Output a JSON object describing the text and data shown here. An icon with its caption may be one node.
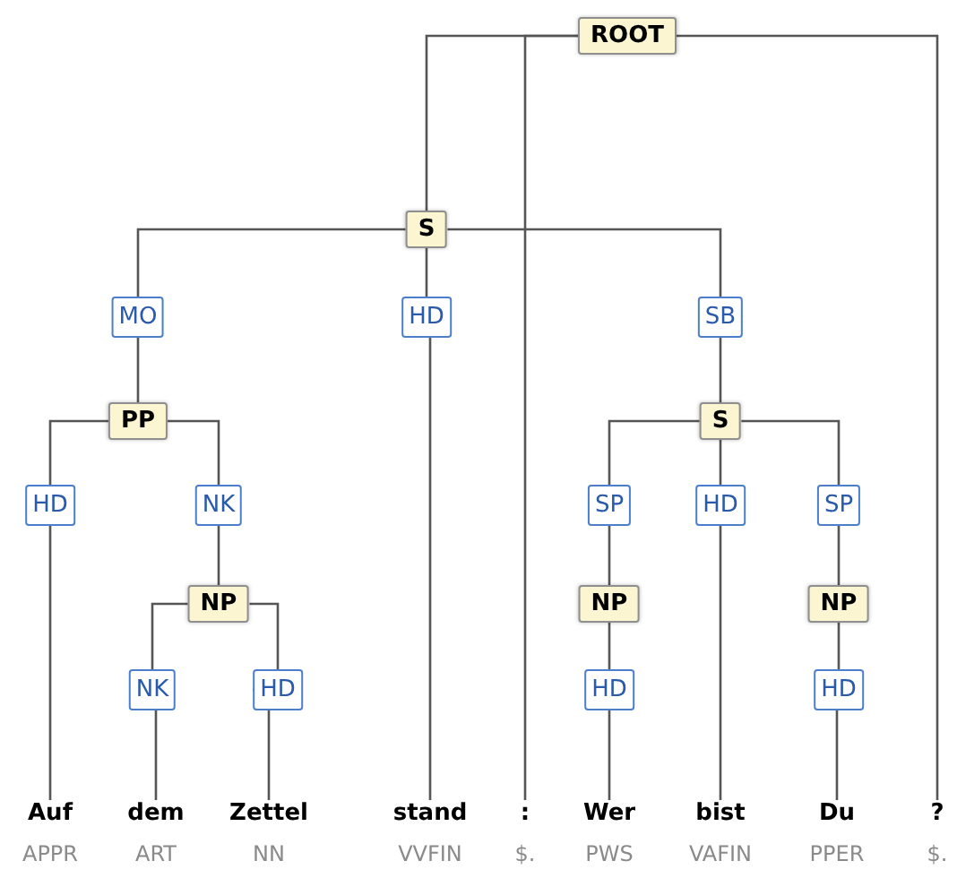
{
  "diagram": {
    "nodes": [
      {
        "text": [
          "ROOT"
        ]
      },
      {
        "text": [
          "S"
        ]
      },
      {
        "text": [
          "MO"
        ]
      },
      {
        "text": [
          "HD"
        ]
      },
      {
        "text": [
          "SB"
        ]
      },
      {
        "text": [
          "PP"
        ]
      },
      {
        "text": [
          "S"
        ]
      },
      {
        "text": [
          "HD"
        ]
      },
      {
        "text": [
          "NK"
        ]
      },
      {
        "text": [
          "SP"
        ]
      },
      {
        "text": [
          "HD"
        ]
      },
      {
        "text": [
          "SP"
        ]
      },
      {
        "text": [
          "NP"
        ]
      },
      {
        "text": [
          "NP"
        ]
      },
      {
        "text": [
          "NP"
        ]
      },
      {
        "text": [
          "NK"
        ]
      },
      {
        "text": [
          "HD"
        ]
      },
      {
        "text": [
          "HD"
        ]
      },
      {
        "text": [
          "HD"
        ]
      },
      {
        "text": [
          "Auf",
          "APPR"
        ]
      },
      {
        "text": [
          "dem",
          "ART"
        ]
      },
      {
        "text": [
          "Zettel",
          "NN"
        ]
      },
      {
        "text": [
          "stand",
          "VVFIN"
        ]
      },
      {
        "text": [
          ":",
          "$."
        ]
      },
      {
        "text": [
          "Wer",
          "PWS"
        ]
      },
      {
        "text": [
          "bist",
          "VAFIN"
        ]
      },
      {
        "text": [
          "Du",
          "PPER"
        ]
      },
      {
        "text": [
          "?",
          "$."
        ]
      }
    ],
    "edges": [
      {
        "from": 0,
        "to": 1,
        "arrow": "none"
      },
      {
        "from": 0,
        "to": 23,
        "arrow": "none"
      },
      {
        "from": 0,
        "to": 27,
        "arrow": "none"
      },
      {
        "from": 1,
        "to": 2,
        "arrow": "none"
      },
      {
        "from": 1,
        "to": 3,
        "arrow": "none"
      },
      {
        "from": 1,
        "to": 4,
        "arrow": "none"
      },
      {
        "from": 2,
        "to": 5,
        "arrow": "none"
      },
      {
        "from": 3,
        "to": 22,
        "arrow": "none"
      },
      {
        "from": 4,
        "to": 6,
        "arrow": "none"
      },
      {
        "from": 5,
        "to": 7,
        "arrow": "none"
      },
      {
        "from": 5,
        "to": 8,
        "arrow": "none"
      },
      {
        "from": 7,
        "to": 19,
        "arrow": "none"
      },
      {
        "from": 8,
        "to": 12,
        "arrow": "none"
      },
      {
        "from": 12,
        "to": 15,
        "arrow": "none"
      },
      {
        "from": 12,
        "to": 16,
        "arrow": "none"
      },
      {
        "from": 15,
        "to": 20,
        "arrow": "none"
      },
      {
        "from": 16,
        "to": 21,
        "arrow": "none"
      },
      {
        "from": 6,
        "to": 9,
        "arrow": "none"
      },
      {
        "from": 6,
        "to": 10,
        "arrow": "none"
      },
      {
        "from": 6,
        "to": 11,
        "arrow": "none"
      },
      {
        "from": 9,
        "to": 13,
        "arrow": "none"
      },
      {
        "from": 13,
        "to": 17,
        "arrow": "none"
      },
      {
        "from": 17,
        "to": 24,
        "arrow": "none"
      },
      {
        "from": 10,
        "to": 25,
        "arrow": "none"
      },
      {
        "from": 11,
        "to": 14,
        "arrow": "none"
      },
      {
        "from": 14,
        "to": 18,
        "arrow": "none"
      },
      {
        "from": 18,
        "to": 26,
        "arrow": "none"
      }
    ]
  }
}
